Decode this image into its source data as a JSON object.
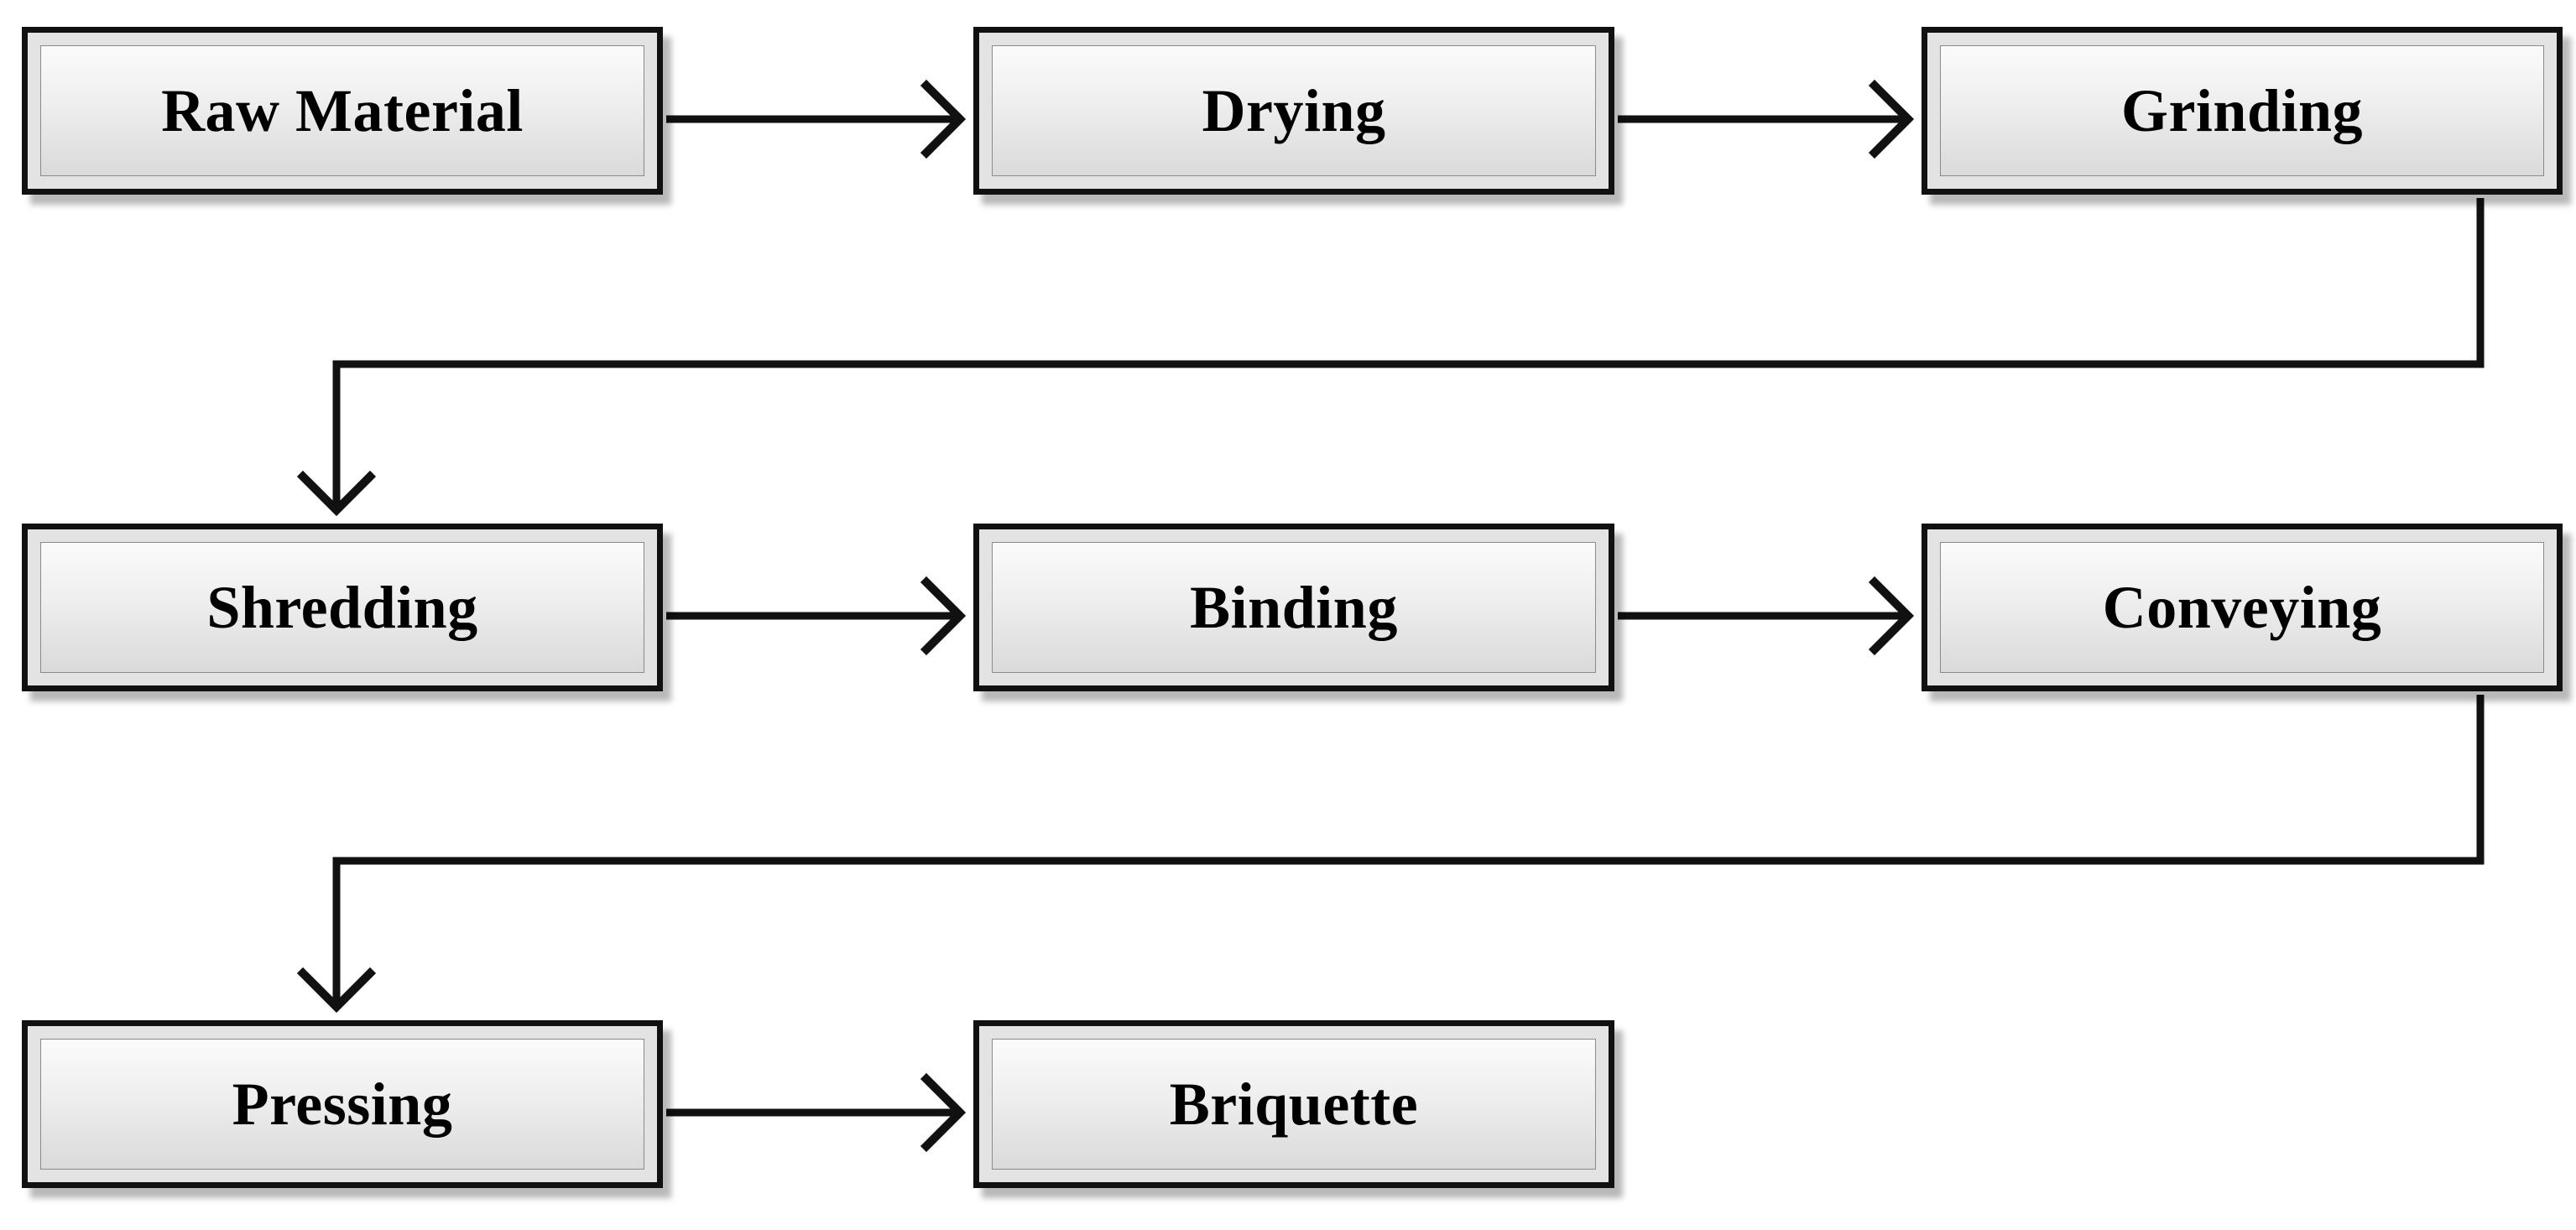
{
  "diagram": {
    "nodes": [
      {
        "id": "raw-material",
        "label": "Raw Material"
      },
      {
        "id": "drying",
        "label": "Drying"
      },
      {
        "id": "grinding",
        "label": "Grinding"
      },
      {
        "id": "shredding",
        "label": "Shredding"
      },
      {
        "id": "binding",
        "label": "Binding"
      },
      {
        "id": "conveying",
        "label": "Conveying"
      },
      {
        "id": "pressing",
        "label": "Pressing"
      },
      {
        "id": "briquette",
        "label": "Briquette"
      }
    ],
    "edges": [
      {
        "from": "raw-material",
        "to": "drying"
      },
      {
        "from": "drying",
        "to": "grinding"
      },
      {
        "from": "grinding",
        "to": "shredding"
      },
      {
        "from": "shredding",
        "to": "binding"
      },
      {
        "from": "binding",
        "to": "conveying"
      },
      {
        "from": "conveying",
        "to": "pressing"
      },
      {
        "from": "pressing",
        "to": "briquette"
      }
    ],
    "colors": {
      "stroke": "#111111",
      "box_fill_top": "#fbfbfb",
      "box_fill_bottom": "#dadada",
      "background": "#ffffff"
    }
  }
}
